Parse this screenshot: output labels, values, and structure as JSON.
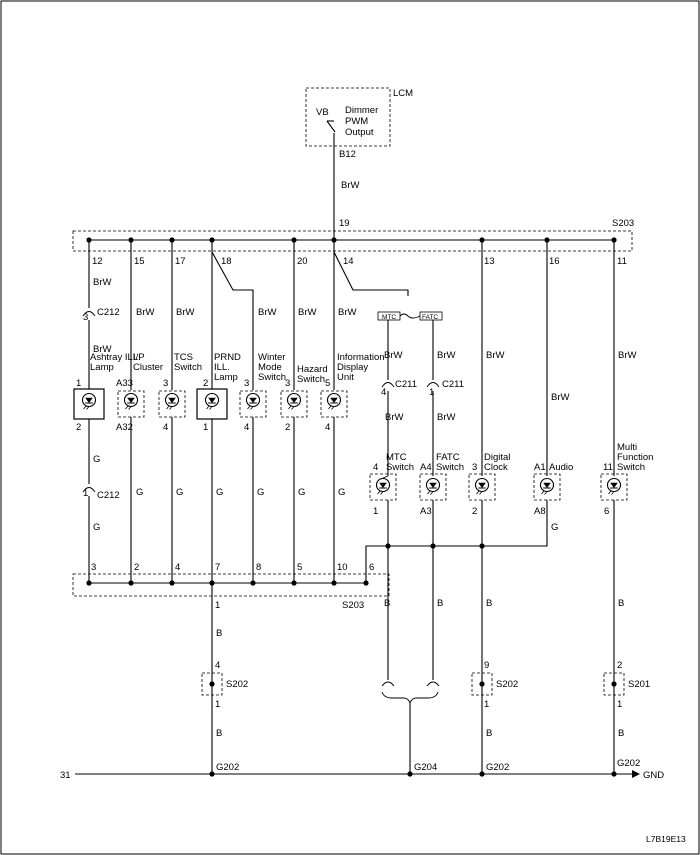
{
  "lcm": {
    "label": "LCM",
    "vb": "VB",
    "dimmer_line1": "Dimmer",
    "dimmer_line2": "PWM",
    "dimmer_line3": "Output",
    "pin": "B12",
    "wire": "BrW"
  },
  "splice_top": {
    "label": "S203",
    "in_pin": "19"
  },
  "splice_bottom": {
    "label": "S203",
    "out_pin": "1"
  },
  "top_pins": [
    "12",
    "15",
    "17",
    "18",
    "20",
    "14",
    "13",
    "16",
    "11"
  ],
  "bottom_pins": [
    "3",
    "2",
    "4",
    "7",
    "8",
    "5",
    "10",
    "6"
  ],
  "wires": {
    "brw": "BrW",
    "g": "G",
    "b": "B"
  },
  "connectors": {
    "c212": "C212",
    "c211": "C211",
    "c212_top_pin": "3",
    "c212_bot_pin": "1",
    "c211_mtc_pin": "4",
    "c211_fatc_pin": "1"
  },
  "variants": {
    "mtc": "MTC",
    "fatc": "FATC"
  },
  "components": [
    {
      "name1": "Ashtray ILL.",
      "name2": "Lamp",
      "pin_top": "1",
      "pin_bot": "2"
    },
    {
      "name1": "I/P",
      "name2": "Cluster",
      "pin_top": "A33",
      "pin_bot": "A32"
    },
    {
      "name1": "TCS",
      "name2": "Switch",
      "pin_top": "3",
      "pin_bot": "4"
    },
    {
      "name1": "PRND",
      "name2": "ILL.",
      "name3": "Lamp",
      "pin_top": "2",
      "pin_bot": "1"
    },
    {
      "name1": "Winter",
      "name2": "Mode",
      "name3": "Switch",
      "pin_top": "3",
      "pin_bot": "4"
    },
    {
      "name1": "Hazard",
      "name2": "Switch",
      "pin_top": "3",
      "pin_bot": "2"
    },
    {
      "name1": "Information",
      "name2": "Display",
      "name3": "Unit",
      "pin_top": "5",
      "pin_bot": "4"
    },
    {
      "name1": "MTC",
      "name2": "Switch",
      "pin_top": "4",
      "pin_bot": "1"
    },
    {
      "name1": "FATC",
      "name2": "Switch",
      "pin_top": "A4",
      "pin_bot": "A3"
    },
    {
      "name1": "Digital",
      "name2": "Clock",
      "pin_top": "3",
      "pin_bot": "2"
    },
    {
      "name1": "Audio",
      "pin_top": "A1",
      "pin_bot": "A8"
    },
    {
      "name1": "Multi",
      "name2": "Function",
      "name3": "Switch",
      "pin_top": "11",
      "pin_bot": "6"
    }
  ],
  "splices_ground": [
    {
      "label": "S202",
      "pin_top": "4",
      "pin_bot": "1"
    },
    {
      "label": "S202",
      "pin_top": "9",
      "pin_bot": "1"
    },
    {
      "label": "S201",
      "pin_top": "2",
      "pin_bot": "1"
    }
  ],
  "grounds": [
    "G202",
    "G204",
    "G202",
    "G202"
  ],
  "ground_bus": {
    "left_num": "31",
    "right_label": "GND"
  },
  "figure_id": "L7B19E13"
}
